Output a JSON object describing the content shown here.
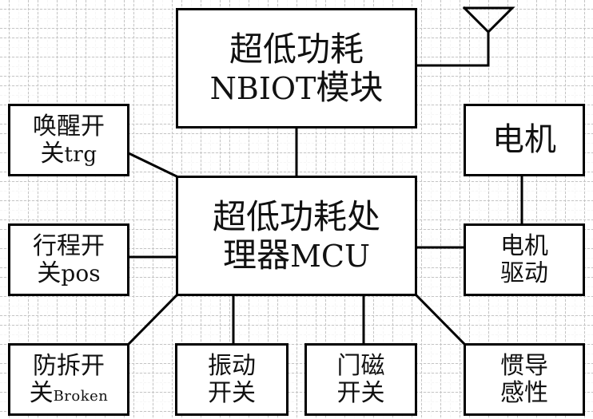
{
  "diagram": {
    "title": "超低功耗NBIOT系统框图",
    "colors": {
      "line": "#000000",
      "grid": "#c4c4c4",
      "box_fill": "#ffffff"
    },
    "nodes": {
      "nbiot": {
        "line1": "超低功耗",
        "line2_latin": "NBIOT",
        "line2_cn": "模块"
      },
      "mcu": {
        "line1": "超低功耗处",
        "line2_cn": "理器",
        "line2_latin": "MCU"
      },
      "motor": {
        "line1": "电机"
      },
      "motor_driver": {
        "line1": "电机",
        "line2": "驱动"
      },
      "wake_switch": {
        "line1": "唤醒开",
        "line2_cn": "关",
        "line2_latin": "trg"
      },
      "travel_switch": {
        "line1": "行程开",
        "line2_cn": "关",
        "line2_latin": "pos"
      },
      "tamper_switch": {
        "line1": "防拆开",
        "line2_cn": "关",
        "line2_latin": "Broken"
      },
      "vibration_switch": {
        "line1": "振动",
        "line2": "开关"
      },
      "door_magnet_switch": {
        "line1": "门磁",
        "line2": "开关"
      },
      "inductive_sensor": {
        "line1": "惯导",
        "line2": "感性"
      }
    },
    "icons": {
      "antenna": "antenna-icon"
    },
    "edges": [
      [
        "nbiot",
        "antenna"
      ],
      [
        "nbiot",
        "mcu"
      ],
      [
        "wake_switch",
        "mcu"
      ],
      [
        "travel_switch",
        "mcu"
      ],
      [
        "tamper_switch",
        "mcu"
      ],
      [
        "vibration_switch",
        "mcu"
      ],
      [
        "door_magnet_switch",
        "mcu"
      ],
      [
        "inductive_sensor",
        "mcu"
      ],
      [
        "motor_driver",
        "mcu"
      ],
      [
        "motor",
        "motor_driver"
      ]
    ]
  }
}
